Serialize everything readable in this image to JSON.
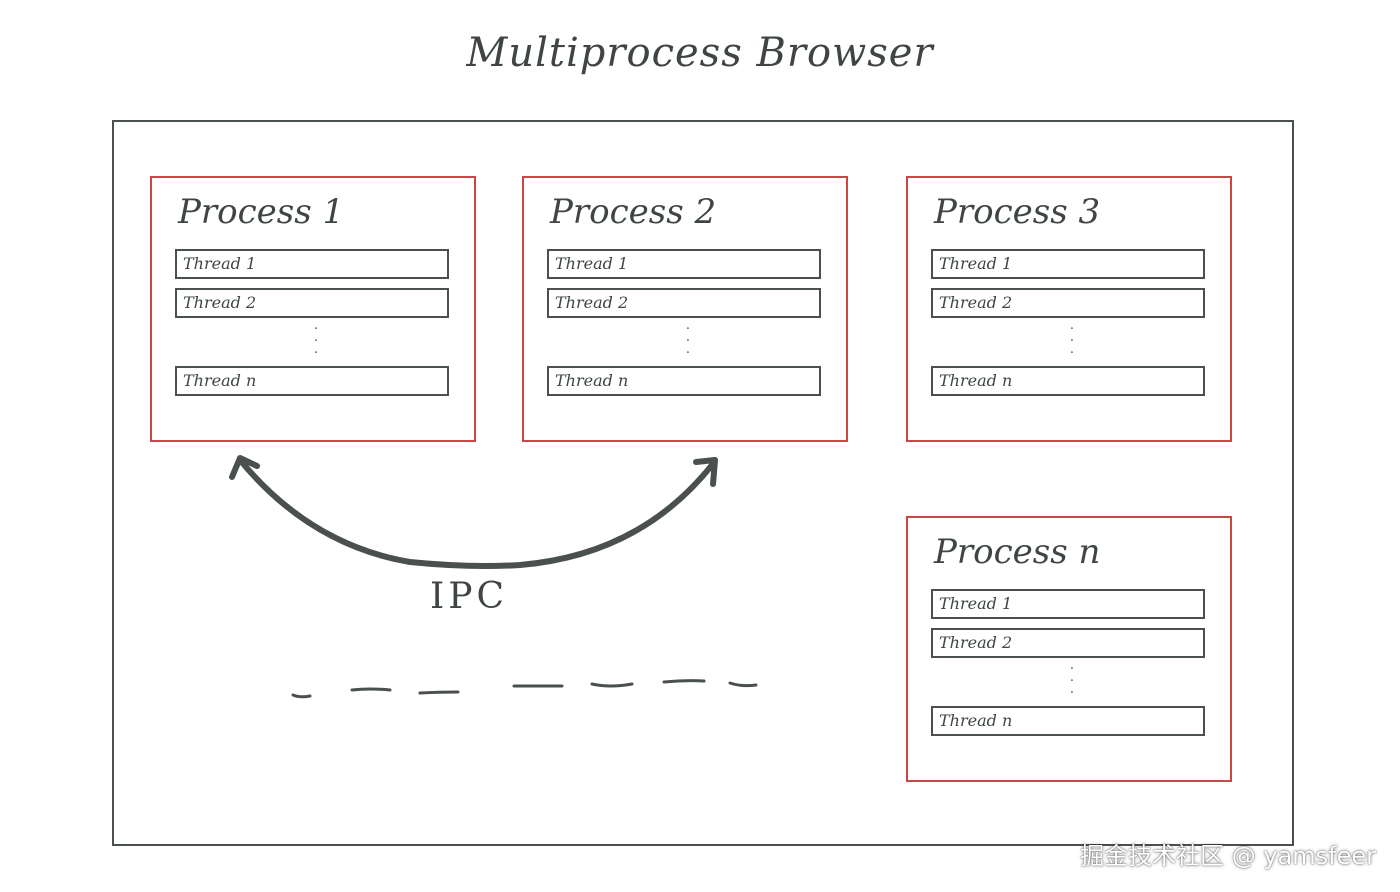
{
  "title": "Multiprocess Browser",
  "processes": [
    {
      "label": "Process 1",
      "threads": [
        "Thread 1",
        "Thread 2",
        "Thread n"
      ]
    },
    {
      "label": "Process 2",
      "threads": [
        "Thread 1",
        "Thread 2",
        "Thread n"
      ]
    },
    {
      "label": "Process 3",
      "threads": [
        "Thread 1",
        "Thread 2",
        "Thread n"
      ]
    },
    {
      "label": "Process n",
      "threads": [
        "Thread 1",
        "Thread 2",
        "Thread n"
      ]
    }
  ],
  "ipc": {
    "label": "IPC"
  },
  "watermark": "掘金技术社区 @ yamsfeer",
  "colors": {
    "process_border": "#cc4646",
    "line": "#4a4f4f",
    "text": "#3f4545"
  },
  "icons": {
    "arrow": "double-headed-curved-arrow",
    "ellipsis": "vertical-ellipsis",
    "continuation": "dashed-line"
  }
}
